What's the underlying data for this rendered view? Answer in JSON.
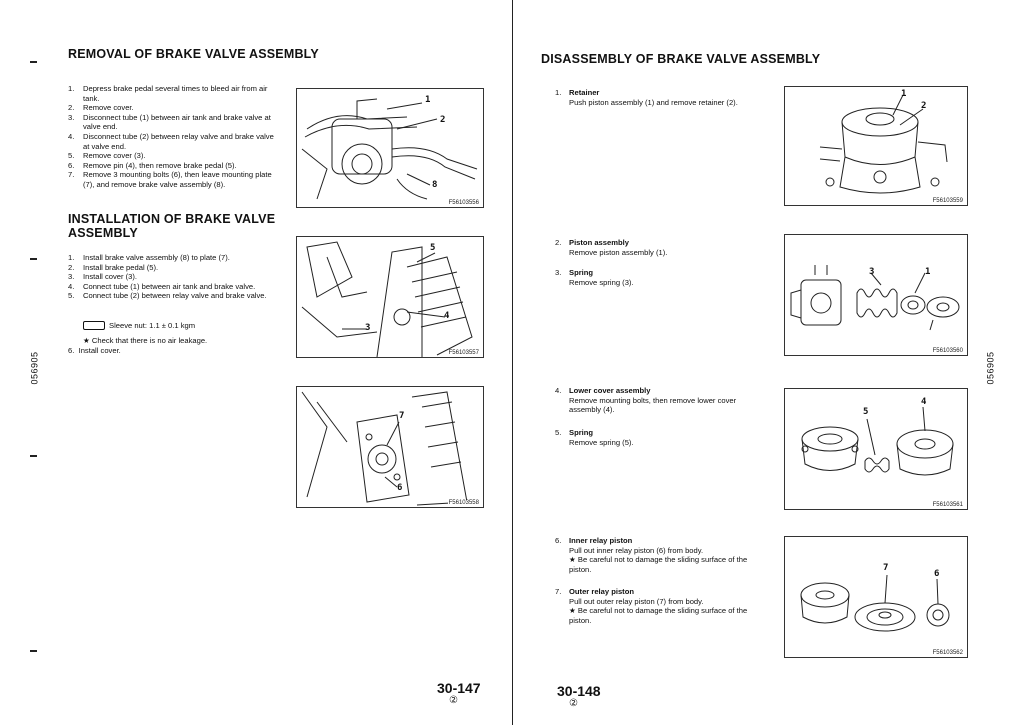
{
  "left": {
    "removal": {
      "title": "REMOVAL OF BRAKE VALVE ASSEMBLY",
      "steps": [
        {
          "n": "1.",
          "text": "Depress brake pedal several times to bleed air from air tank."
        },
        {
          "n": "2.",
          "text": "Remove cover."
        },
        {
          "n": "3.",
          "text": "Disconnect tube (1) between air tank and brake valve at valve end."
        },
        {
          "n": "4.",
          "text": "Disconnect tube (2) between relay valve and brake valve at valve end."
        },
        {
          "n": "5.",
          "text": "Remove cover (3)."
        },
        {
          "n": "6.",
          "text": "Remove pin (4), then remove brake pedal (5)."
        },
        {
          "n": "7.",
          "text": "Remove 3 mounting bolts (6), then leave mounting plate (7), and remove brake valve assembly (8)."
        }
      ]
    },
    "installation": {
      "title": "INSTALLATION OF BRAKE VALVE ASSEMBLY",
      "steps": [
        {
          "n": "1.",
          "text": "Install brake valve assembly (8) to plate (7)."
        },
        {
          "n": "2.",
          "text": "Install brake pedal (5)."
        },
        {
          "n": "3.",
          "text": "Install cover (3)."
        },
        {
          "n": "4.",
          "text": "Connect tube (1) between air tank and brake valve."
        },
        {
          "n": "5.",
          "text": "Connect tube (2) between relay valve and brake valve."
        }
      ],
      "torque": "Sleeve nut: 1.1 ± 0.1 kgm",
      "check": "★ Check that there is no air leakage.",
      "step6": {
        "n": "6.",
        "text": "Install cover."
      }
    },
    "figures": [
      {
        "id": "F56103556",
        "callouts": [
          "1",
          "2",
          "8"
        ]
      },
      {
        "id": "F56103557",
        "callouts": [
          "5",
          "3",
          "4"
        ]
      },
      {
        "id": "F56103558",
        "callouts": [
          "7",
          "6"
        ]
      }
    ],
    "page_number": "30-147",
    "revision": "②",
    "side_code": "056905"
  },
  "right": {
    "title": "DISASSEMBLY OF BRAKE VALVE ASSEMBLY",
    "steps": [
      {
        "n": "1.",
        "title": "Retainer",
        "body": "Push piston assembly (1) and remove retainer (2)."
      },
      {
        "n": "2.",
        "title": "Piston assembly",
        "body": "Remove piston assembly (1)."
      },
      {
        "n": "3.",
        "title": "Spring",
        "body": "Remove spring (3)."
      },
      {
        "n": "4.",
        "title": "Lower cover assembly",
        "body": "Remove mounting bolts, then remove lower cover assembly (4)."
      },
      {
        "n": "5.",
        "title": "Spring",
        "body": "Remove spring (5)."
      },
      {
        "n": "6.",
        "title": "Inner relay piston",
        "body": "Pull out inner relay piston (6) from body.",
        "note": "★ Be careful not to damage the sliding surface of the piston."
      },
      {
        "n": "7.",
        "title": "Outer relay piston",
        "body": "Pull out outer relay piston (7) from body.",
        "note": "★ Be careful not to damage the sliding surface of the piston."
      }
    ],
    "figures": [
      {
        "id": "F56103559",
        "callouts": [
          "1",
          "2"
        ]
      },
      {
        "id": "F56103560",
        "callouts": [
          "3",
          "1"
        ]
      },
      {
        "id": "F56103561",
        "callouts": [
          "5",
          "4"
        ]
      },
      {
        "id": "F56103562",
        "callouts": [
          "7",
          "6"
        ]
      }
    ],
    "page_number": "30-148",
    "revision": "②",
    "side_code": "056905"
  }
}
